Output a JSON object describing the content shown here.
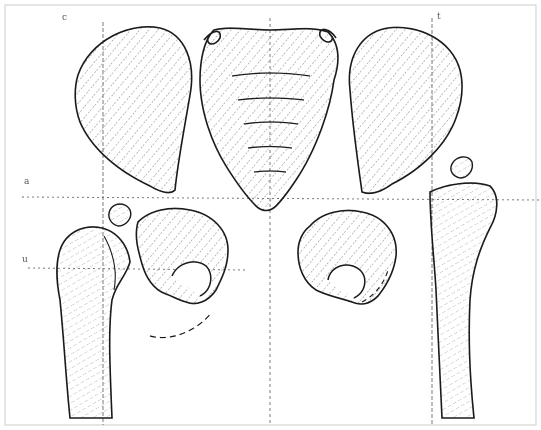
{
  "diagram": {
    "line_color": "#1a1a1a",
    "hatch_color": "#8c8c8c",
    "guide_color": "#6a6a6a",
    "background": "#ffffff",
    "labels": {
      "top_left": "c",
      "top_right": "t",
      "left_upper": "a",
      "left_lower": "u"
    }
  }
}
